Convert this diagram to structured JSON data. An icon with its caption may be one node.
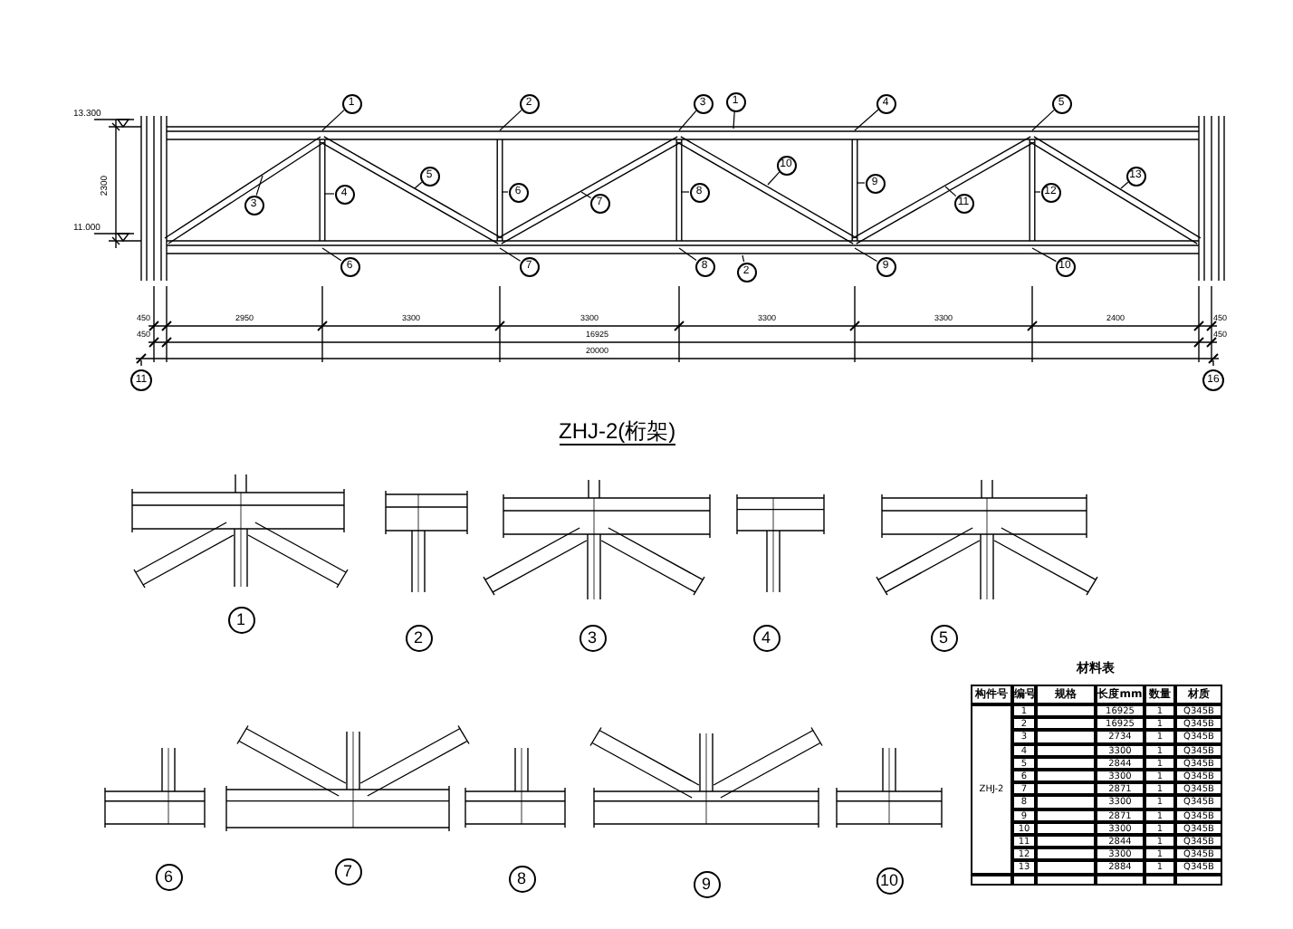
{
  "diagram": {
    "title": "ZHJ-2(桁架)",
    "nodes": [
      {
        "text": [
          "1"
        ]
      },
      {
        "text": [
          "2"
        ]
      },
      {
        "text": [
          "3"
        ]
      },
      {
        "text": [
          "4"
        ]
      },
      {
        "text": [
          "5"
        ]
      },
      {
        "text": [
          "6"
        ]
      },
      {
        "text": [
          "7"
        ]
      },
      {
        "text": [
          "8"
        ]
      },
      {
        "text": [
          "9"
        ]
      },
      {
        "text": [
          "10"
        ]
      },
      {
        "text": [
          "1"
        ]
      },
      {
        "text": [
          "2"
        ]
      },
      {
        "text": [
          "3"
        ]
      },
      {
        "text": [
          "4"
        ]
      },
      {
        "text": [
          "5"
        ]
      },
      {
        "text": [
          "6"
        ]
      },
      {
        "text": [
          "7"
        ]
      },
      {
        "text": [
          "8"
        ]
      },
      {
        "text": [
          "10"
        ]
      },
      {
        "text": [
          "9"
        ]
      },
      {
        "text": [
          "11"
        ]
      },
      {
        "text": [
          "12"
        ]
      },
      {
        "text": [
          "13"
        ]
      },
      {
        "text": [
          "11"
        ]
      },
      {
        "text": [
          "16"
        ]
      },
      {
        "text": [
          "1"
        ]
      },
      {
        "text": [
          "2"
        ]
      },
      {
        "text": [
          "3"
        ]
      },
      {
        "text": [
          "4"
        ]
      },
      {
        "text": [
          "5"
        ]
      },
      {
        "text": [
          "6"
        ]
      },
      {
        "text": [
          "7"
        ]
      },
      {
        "text": [
          "8"
        ]
      },
      {
        "text": [
          "9"
        ]
      },
      {
        "text": [
          "10"
        ]
      }
    ],
    "edges": [
      {
        "from": 0,
        "to": null,
        "arrow": "none"
      },
      {
        "from": 1,
        "to": null,
        "arrow": "none"
      },
      {
        "from": 2,
        "to": null,
        "arrow": "none"
      },
      {
        "from": 3,
        "to": null,
        "arrow": "none"
      },
      {
        "from": 4,
        "to": null,
        "arrow": "none"
      },
      {
        "from": 5,
        "to": null,
        "arrow": "none"
      },
      {
        "from": 6,
        "to": null,
        "arrow": "none"
      },
      {
        "from": 7,
        "to": null,
        "arrow": "none"
      },
      {
        "from": 8,
        "to": null,
        "arrow": "none"
      },
      {
        "from": 9,
        "to": null,
        "arrow": "none"
      },
      {
        "from": 10,
        "to": null,
        "arrow": "none"
      },
      {
        "from": 11,
        "to": null,
        "arrow": "none"
      },
      {
        "from": 12,
        "to": null,
        "arrow": "none"
      },
      {
        "from": 13,
        "to": null,
        "arrow": "none"
      },
      {
        "from": 14,
        "to": null,
        "arrow": "none"
      },
      {
        "from": 15,
        "to": null,
        "arrow": "none"
      },
      {
        "from": 16,
        "to": null,
        "arrow": "none"
      },
      {
        "from": 17,
        "to": null,
        "arrow": "none"
      },
      {
        "from": 18,
        "to": null,
        "arrow": "none"
      },
      {
        "from": 19,
        "to": null,
        "arrow": "none"
      },
      {
        "from": 20,
        "to": null,
        "arrow": "none"
      },
      {
        "from": 21,
        "to": null,
        "arrow": "none"
      },
      {
        "from": 22,
        "to": null,
        "arrow": "none"
      }
    ],
    "labels": [
      "13.300",
      "2300",
      "11.000",
      "450",
      "2950",
      "3300",
      "3300",
      "3300",
      "3300",
      "2400",
      "450",
      "450",
      "16925",
      "450",
      "20000",
      "材料表",
      "构件号",
      "编号",
      "规格",
      "长度mm",
      "数量",
      "材质",
      "ZHJ-2",
      "1",
      "16925",
      "1",
      "Q345B",
      "2",
      "16925",
      "1",
      "Q345B",
      "3",
      "2734",
      "1",
      "Q345B",
      "4",
      "3300",
      "1",
      "Q345B",
      "5",
      "2844",
      "1",
      "Q345B",
      "6",
      "3300",
      "1",
      "Q345B",
      "7",
      "2871",
      "1",
      "Q345B",
      "8",
      "3300",
      "1",
      "Q345B",
      "9",
      "2871",
      "1",
      "Q345B",
      "10",
      "3300",
      "1",
      "Q345B",
      "11",
      "2844",
      "1",
      "Q345B",
      "12",
      "3300",
      "1",
      "Q345B",
      "13",
      "2884",
      "1",
      "Q345B"
    ]
  }
}
